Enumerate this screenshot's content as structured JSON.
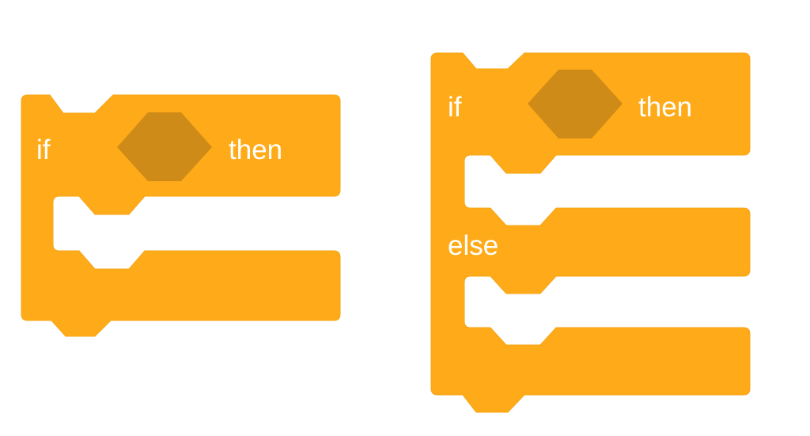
{
  "colors": {
    "block": "#FFAB19",
    "slot": "#CF8B17",
    "text": "#FFFFFF"
  },
  "if_block": {
    "if_label": "if",
    "then_label": "then"
  },
  "if_else_block": {
    "if_label": "if",
    "then_label": "then",
    "else_label": "else"
  }
}
